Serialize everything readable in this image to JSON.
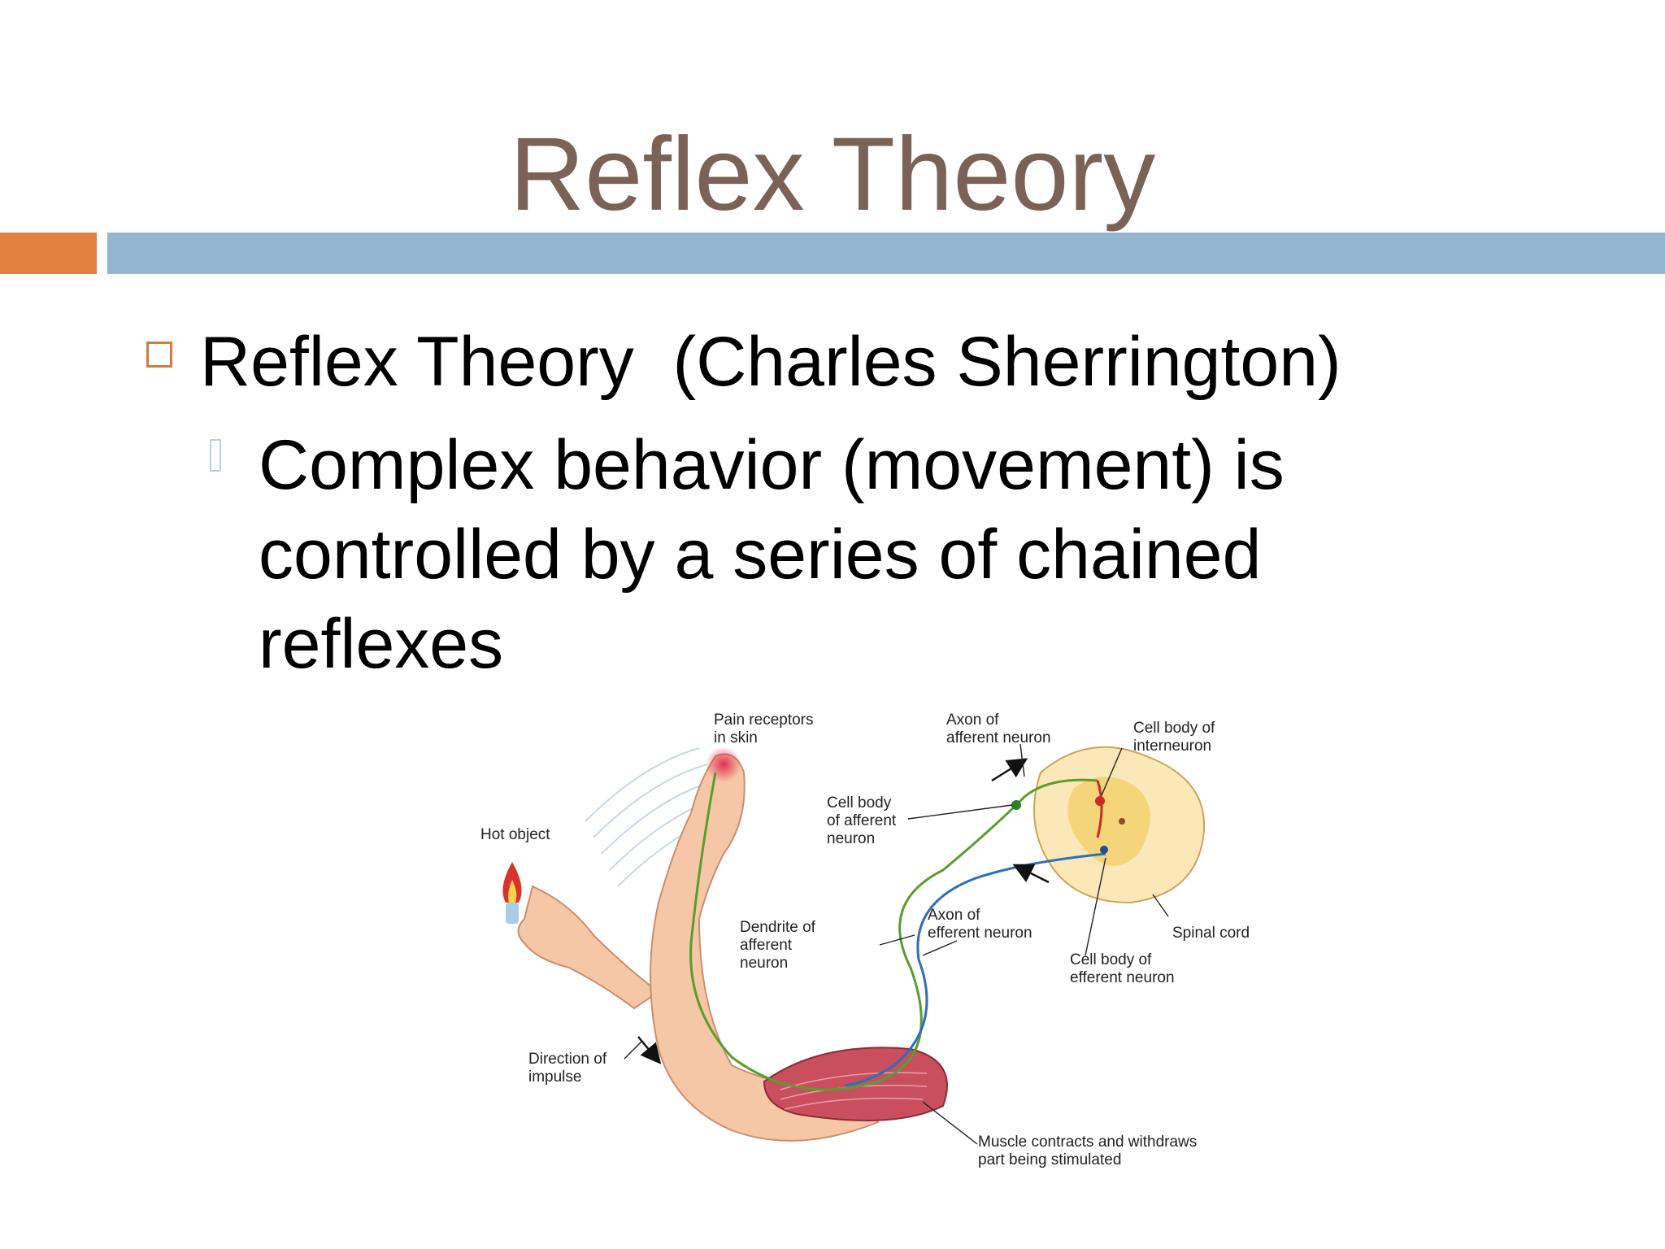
{
  "slide": {
    "title": "Reflex Theory",
    "accent_colors": {
      "orange": "#e08142",
      "blue": "#93b6d0",
      "title": "#7a6257"
    },
    "bullets": [
      {
        "level": 1,
        "text": "Reflex Theory  (Charles Sherrington)",
        "marker": "square-bullet-icon"
      },
      {
        "level": 2,
        "marker": "blank-glyph-bullet-icon",
        "lines": [
          "Complex behavior (movement) is",
          "controlled by a series of chained",
          "reflexes"
        ]
      }
    ]
  },
  "figure": {
    "labels": {
      "pain_receptors": [
        "Pain receptors",
        "in skin"
      ],
      "hot_object": [
        "Hot object"
      ],
      "axon_afferent": [
        "Axon of",
        "afferent neuron"
      ],
      "cell_body_interneuron": [
        "Cell body of",
        "interneuron"
      ],
      "cell_body_afferent": [
        "Cell body",
        "of afferent",
        "neuron"
      ],
      "dendrite_afferent": [
        "Dendrite of",
        "afferent",
        "neuron"
      ],
      "axon_efferent": [
        "Axon of",
        "efferent neuron"
      ],
      "spinal_cord": [
        "Spinal cord"
      ],
      "cell_body_efferent": [
        "Cell body of",
        "efferent neuron"
      ],
      "direction_impulse": [
        "Direction of",
        "impulse"
      ],
      "muscle_contracts": [
        "Muscle contracts and withdraws",
        "part being stimulated"
      ]
    }
  }
}
